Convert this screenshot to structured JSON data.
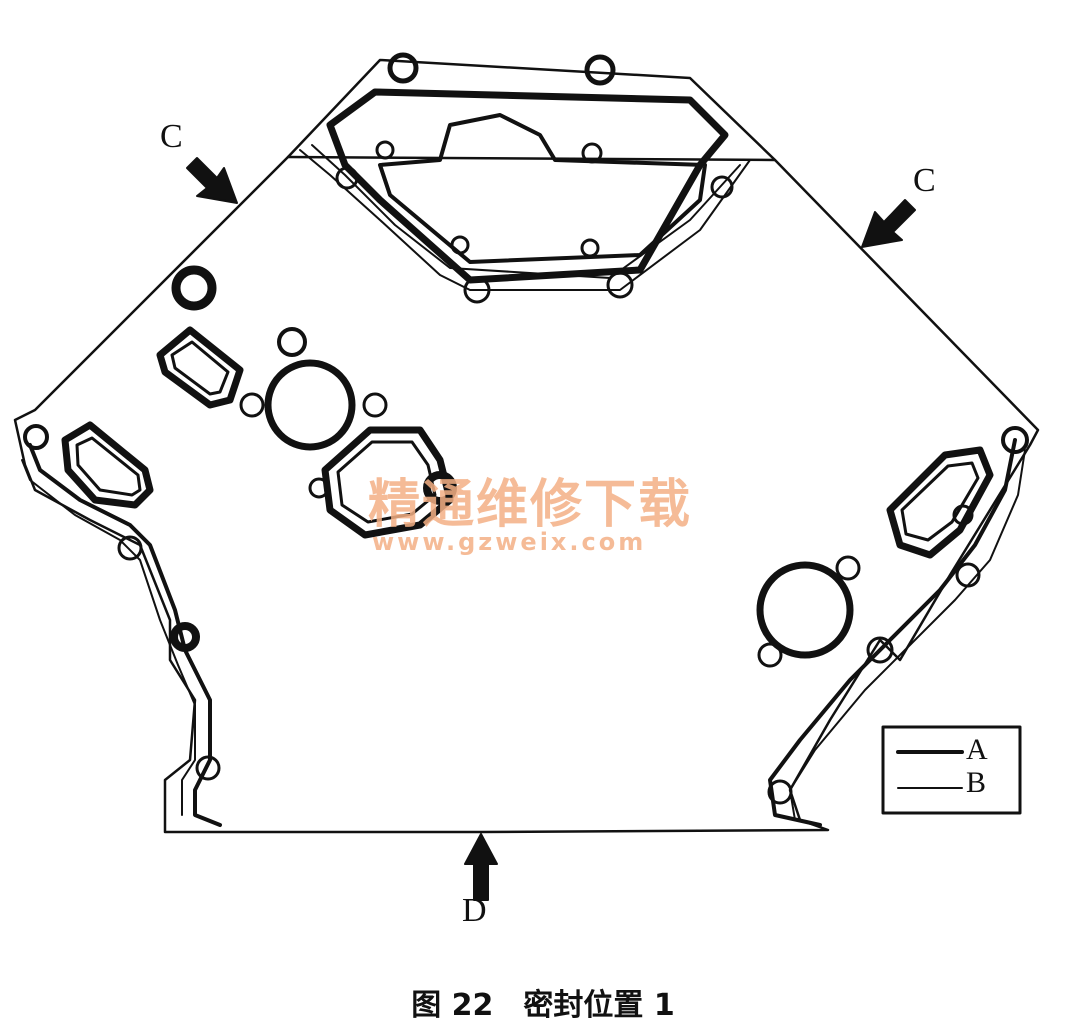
{
  "labels": {
    "c_left": "C",
    "c_right": "C",
    "d": "D"
  },
  "legend": {
    "a": "A",
    "b": "B"
  },
  "watermark": {
    "text": "精通维修下载",
    "url": "www.gzweix.com"
  },
  "caption": "图 22　密封位置 1",
  "colors": {
    "line": "#111111",
    "watermark": "#f4b085"
  }
}
